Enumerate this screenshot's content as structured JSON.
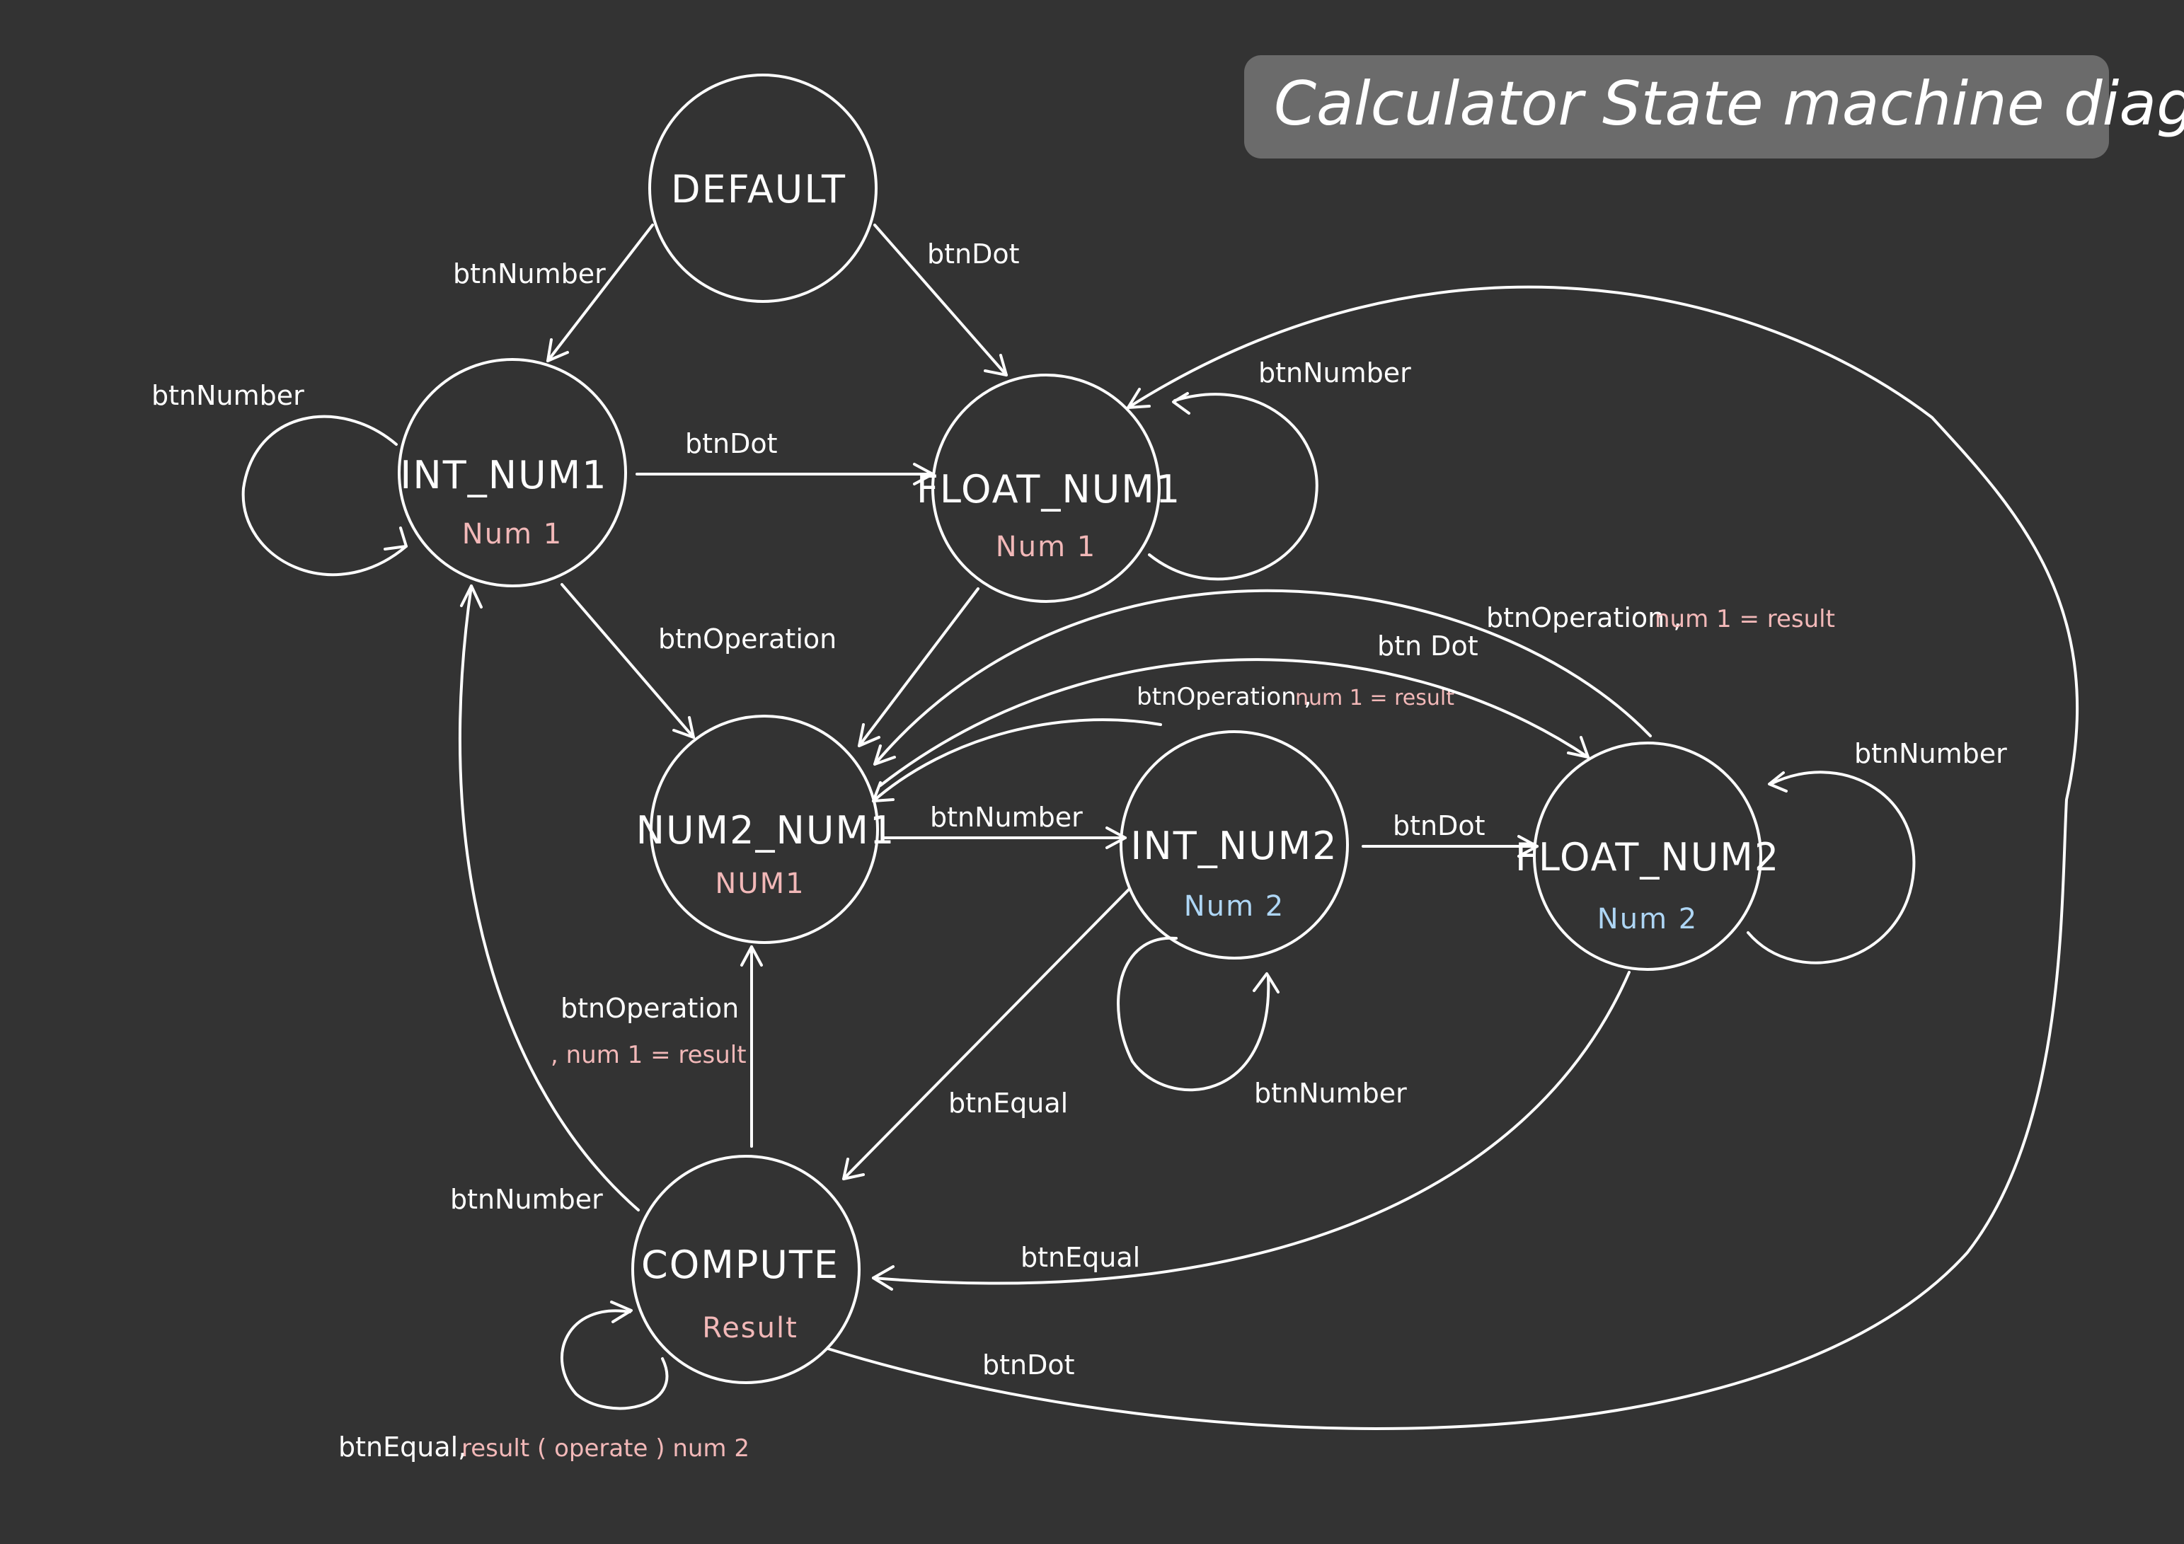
{
  "title": "Calculator State machine diagram",
  "states": {
    "default": {
      "name": "DEFAULT"
    },
    "int_num1": {
      "name": "INT_NUM1",
      "var": "Num 1"
    },
    "float_num1": {
      "name": "FLOAT_NUM1",
      "var": "Num 1"
    },
    "num2_num1": {
      "name": "NUM2_NUM1",
      "var": "NUM1"
    },
    "int_num2": {
      "name": "INT_NUM2",
      "var": "Num 2"
    },
    "float_num2": {
      "name": "FLOAT_NUM2",
      "var": "Num 2"
    },
    "compute": {
      "name": "COMPUTE",
      "var": "Result"
    }
  },
  "edges": {
    "default_to_int_num1": "btnNumber",
    "default_to_float_num1": "btnDot",
    "int_num1_self": "btnNumber",
    "int_num1_to_float_num1": "btnDot",
    "float_num1_self": "btnNumber",
    "int_num1_to_num2_num1": "btnOperation",
    "num2_num1_to_int_num2": "btnNumber",
    "int_num2_to_float_num2": "btnDot",
    "float_num2_self": "btnNumber",
    "int_num2_self": "btnNumber",
    "int_num2_to_compute": "btnEqual",
    "float_num2_to_compute": "btnEqual",
    "compute_to_float_num1": "btnDot",
    "compute_to_int_num1": "btnNumber",
    "compute_to_num2_num1": {
      "label": "btnOperation",
      "action": ", num 1 = result"
    },
    "int_num2_to_num2_num1": {
      "label": "btnOperation ,",
      "action": "num 1 = result"
    },
    "num2_num1_to_float_num2": "btn Dot",
    "float_num2_to_num2_num1": {
      "label": "btnOperation ,",
      "action": "num 1 = result"
    },
    "compute_self": {
      "label": "btnEqual,",
      "action": "result ( operate ) num 2"
    }
  }
}
